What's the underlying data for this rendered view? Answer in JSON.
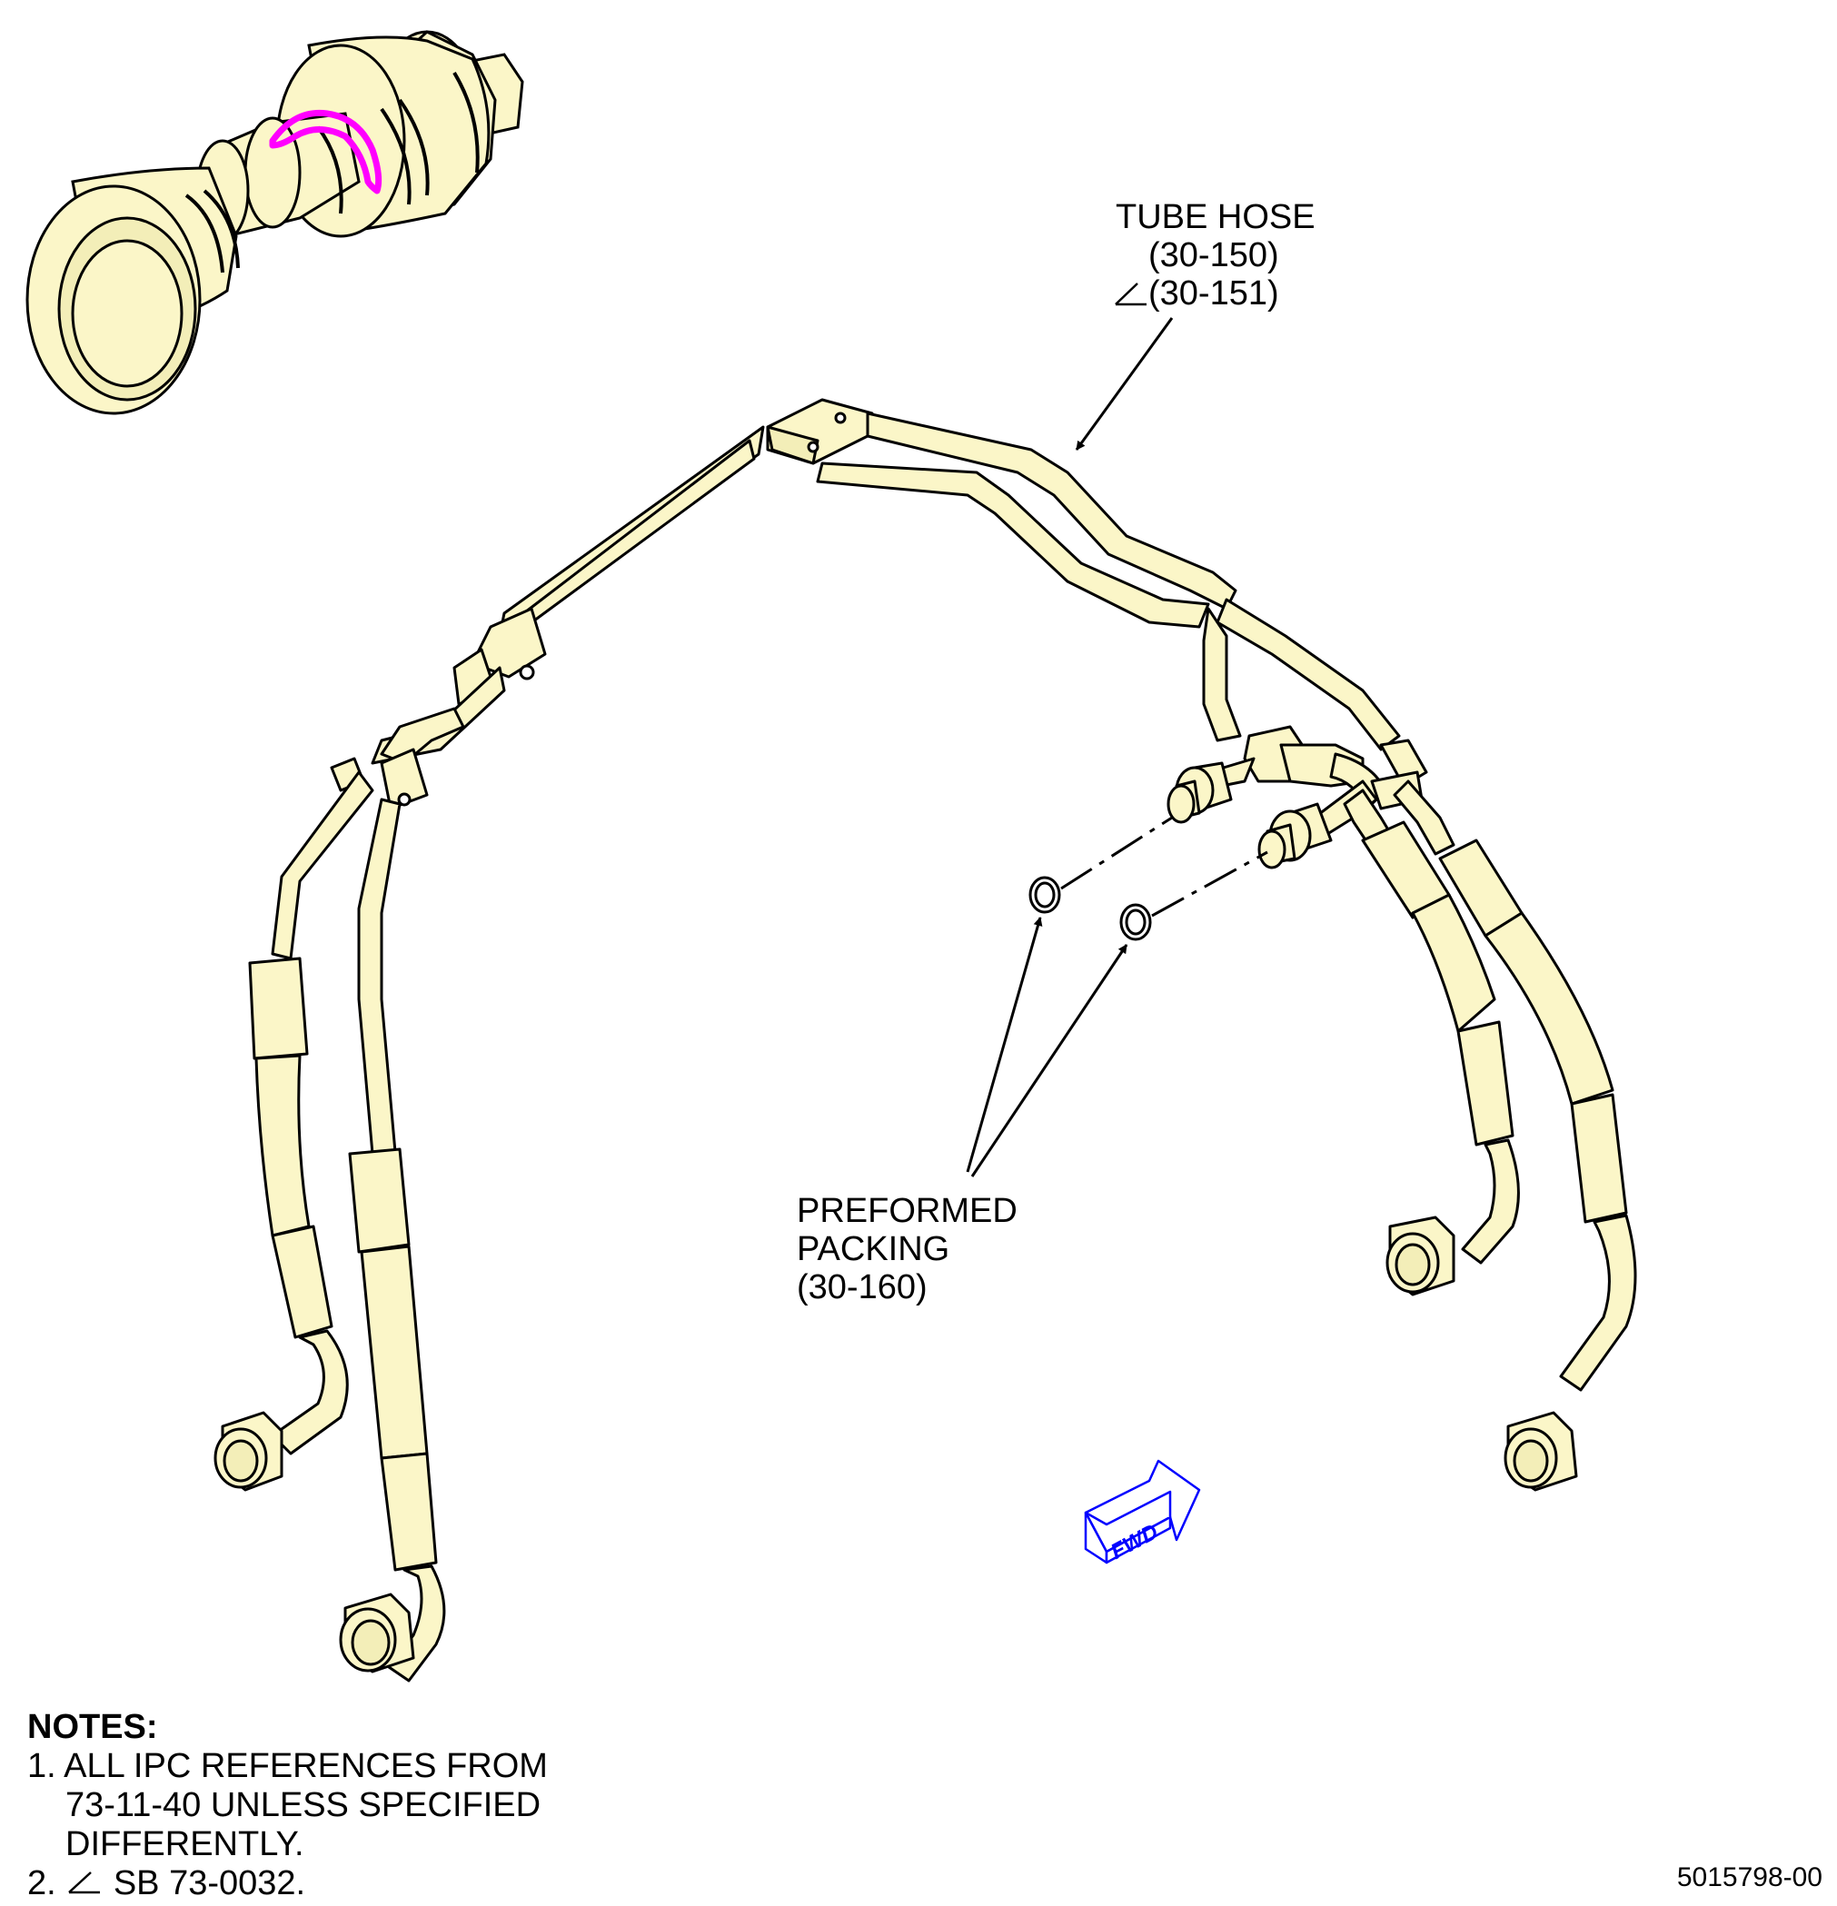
{
  "callouts": {
    "tube_hose": {
      "line1": "TUBE HOSE",
      "line2": "(30-150)",
      "line3": "(30-151)"
    },
    "preformed_packing": {
      "line1": "PREFORMED",
      "line2": "PACKING",
      "line3": "(30-160)"
    }
  },
  "fwd_label": "FWD",
  "notes": {
    "heading": "NOTES:",
    "note1_line1": "1. ALL IPC REFERENCES FROM",
    "note1_line2": "73-11-40 UNLESS SPECIFIED",
    "note1_line3": "DIFFERENTLY.",
    "note2_prefix": "2.",
    "note2_text": "SB 73-0032."
  },
  "figure_number": "5015798-00",
  "colors": {
    "part_fill": "#fbf6c8",
    "outline": "#000000",
    "locator_highlight": "#ff00ff",
    "fwd_arrow": "#0000ff"
  }
}
